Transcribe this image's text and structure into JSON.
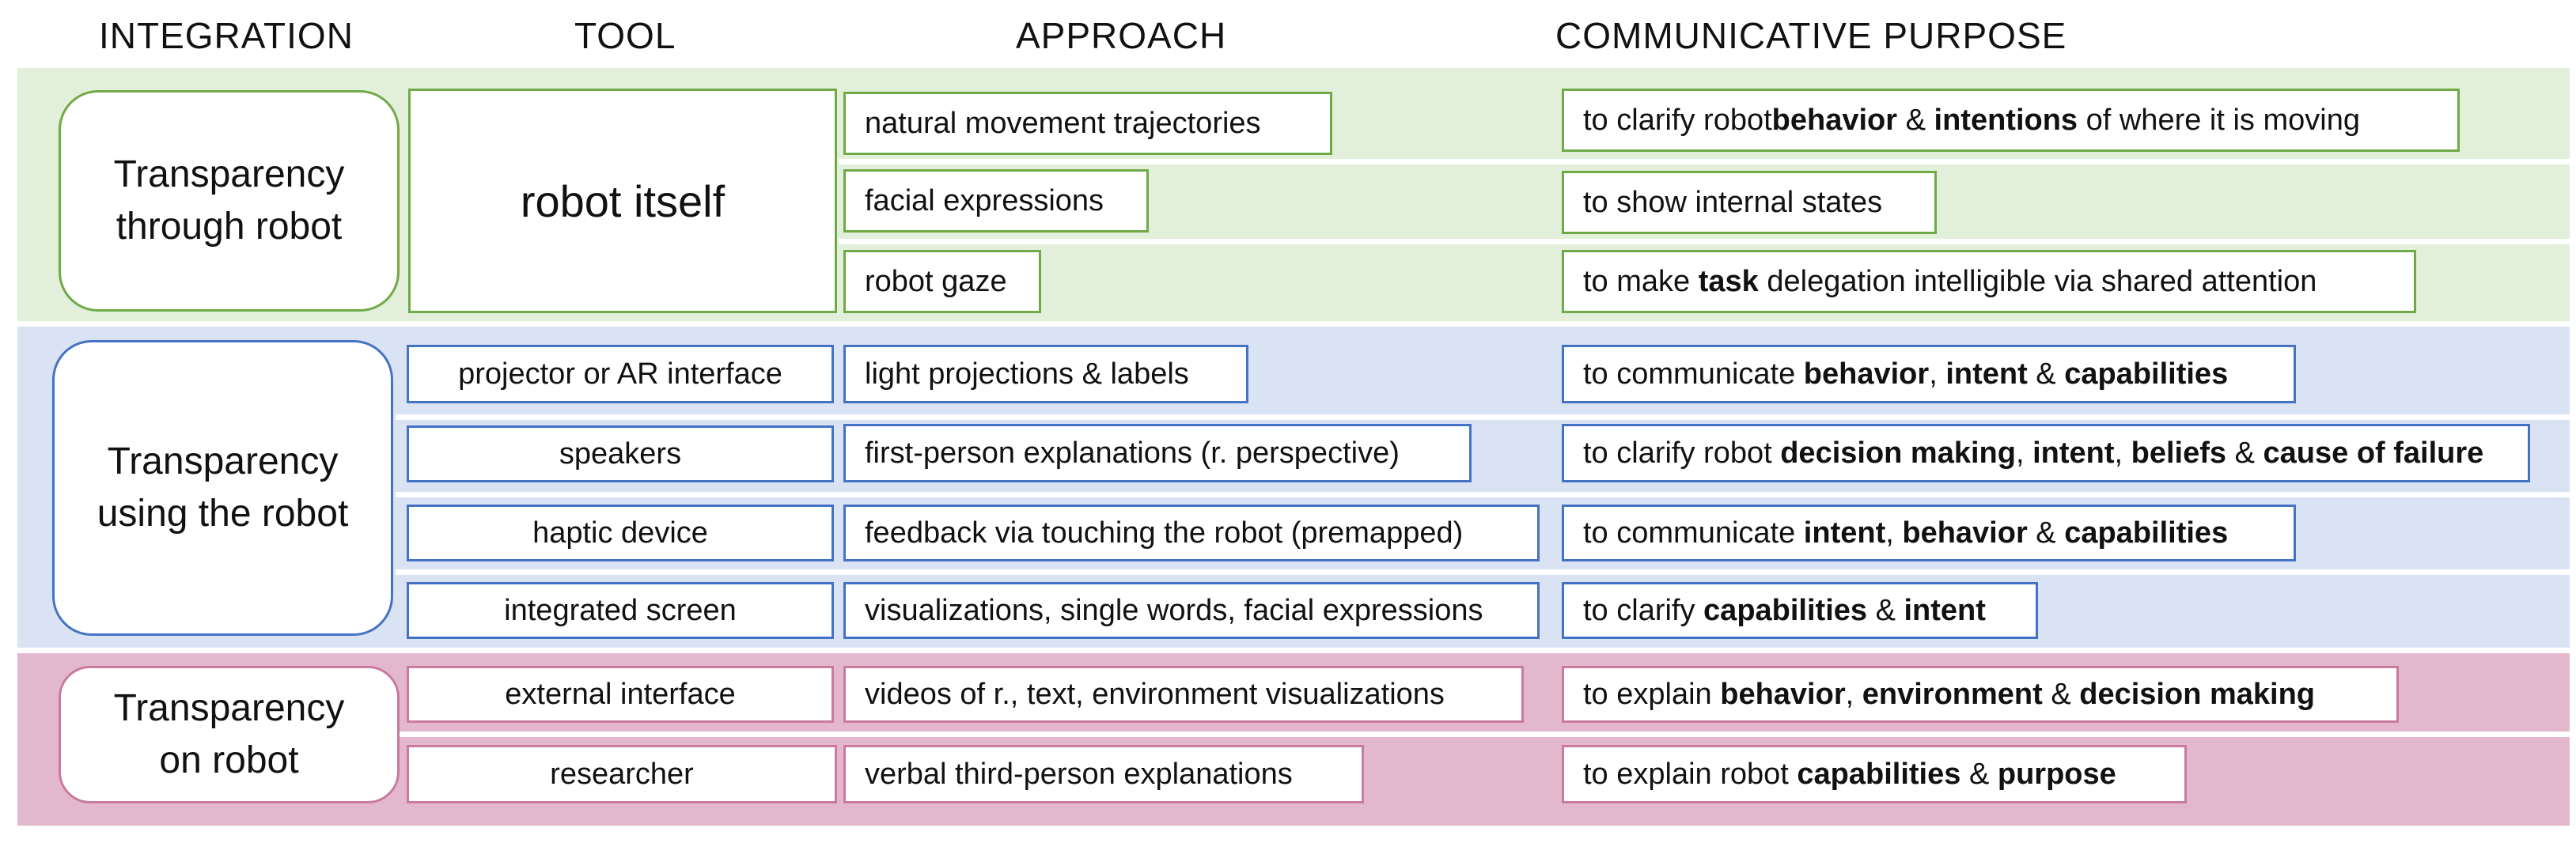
{
  "headers": {
    "integration": "INTEGRATION",
    "tool": "TOOL",
    "approach": "APPROACH",
    "purpose": "COMMUNICATIVE PURPOSE"
  },
  "colors": {
    "green_band": "#e2efda",
    "blue_band": "#dae3f3",
    "pink_band": "#e3b8cd",
    "green_border": "#6faa46",
    "blue_border": "#4472c4",
    "pink_border": "#c97a9e"
  },
  "groups": [
    {
      "integration": [
        "Transparency",
        "through robot"
      ],
      "tools": [
        "robot itself"
      ],
      "rows": [
        {
          "approach": "natural movement trajectories",
          "purpose": [
            {
              "t": "to clarify robot "
            },
            {
              "t": "behavior",
              "b": true
            },
            {
              "t": " & "
            },
            {
              "t": "intentions",
              "b": true
            },
            {
              "t": " of where it is moving"
            }
          ]
        },
        {
          "approach": "facial expressions",
          "purpose": [
            {
              "t": "to show internal states"
            }
          ]
        },
        {
          "approach": "robot gaze",
          "purpose": [
            {
              "t": "to make "
            },
            {
              "t": "task",
              "b": true
            },
            {
              "t": " delegation intelligible via shared attention"
            }
          ]
        }
      ]
    },
    {
      "integration": [
        "Transparency",
        "using the robot"
      ],
      "tools": [
        "projector or AR interface",
        "speakers",
        "haptic device",
        "integrated screen"
      ],
      "rows": [
        {
          "approach": "light projections & labels",
          "purpose": [
            {
              "t": "to communicate "
            },
            {
              "t": "behavior",
              "b": true
            },
            {
              "t": ", "
            },
            {
              "t": "intent",
              "b": true
            },
            {
              "t": " & "
            },
            {
              "t": "capabilities",
              "b": true
            }
          ]
        },
        {
          "approach": "first-person explanations (r. perspective)",
          "purpose": [
            {
              "t": "to clarify robot "
            },
            {
              "t": "decision making",
              "b": true
            },
            {
              "t": ", "
            },
            {
              "t": "intent",
              "b": true
            },
            {
              "t": ", "
            },
            {
              "t": "beliefs",
              "b": true
            },
            {
              "t": " & "
            },
            {
              "t": "cause of failure",
              "b": true
            }
          ]
        },
        {
          "approach": "feedback via touching the robot (premapped)",
          "purpose": [
            {
              "t": "to communicate "
            },
            {
              "t": "intent",
              "b": true
            },
            {
              "t": ", "
            },
            {
              "t": "behavior",
              "b": true
            },
            {
              "t": " & "
            },
            {
              "t": "capabilities",
              "b": true
            }
          ]
        },
        {
          "approach": "visualizations, single words, facial expressions",
          "purpose": [
            {
              "t": "to clarify "
            },
            {
              "t": "capabilities",
              "b": true
            },
            {
              "t": " & "
            },
            {
              "t": "intent",
              "b": true
            }
          ]
        }
      ]
    },
    {
      "integration": [
        "Transparency",
        "on robot"
      ],
      "tools": [
        "external interface",
        "researcher"
      ],
      "rows": [
        {
          "approach": "videos of r., text, environment visualizations",
          "purpose": [
            {
              "t": "to explain "
            },
            {
              "t": "behavior",
              "b": true
            },
            {
              "t": ", "
            },
            {
              "t": "environment",
              "b": true
            },
            {
              "t": " & "
            },
            {
              "t": "decision making",
              "b": true
            }
          ]
        },
        {
          "approach": "verbal third-person explanations",
          "purpose": [
            {
              "t": "to explain robot "
            },
            {
              "t": "capabilities",
              "b": true
            },
            {
              "t": " & "
            },
            {
              "t": "purpose",
              "b": true
            }
          ]
        }
      ]
    }
  ]
}
